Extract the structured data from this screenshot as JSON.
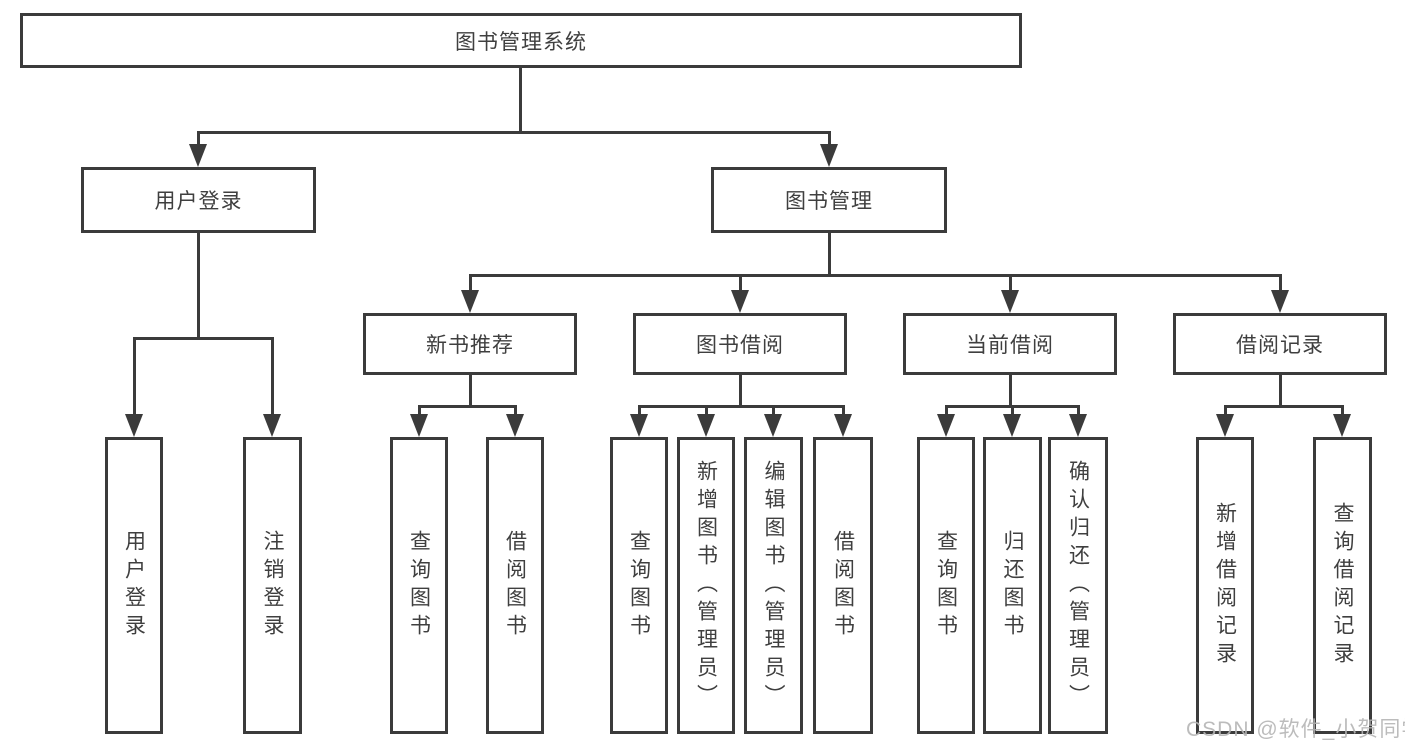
{
  "diagram": {
    "root": "图书管理系统",
    "level2": {
      "user_login": "用户登录",
      "book_management": "图书管理"
    },
    "level3": {
      "new_book_rec": "新书推荐",
      "book_borrowing": "图书借阅",
      "current_borrowing": "当前借阅",
      "borrowing_records": "借阅记录"
    },
    "leaves": {
      "login": "用户登录",
      "logout": "注销登录",
      "rec_query_books": "查询图书",
      "rec_borrow_books": "借阅图书",
      "bb_query_books": "查询图书",
      "bb_add_books": "新增图书（管理员）",
      "bb_edit_books": "编辑图书（管理员）",
      "bb_borrow_books": "借阅图书",
      "cb_query_books": "查询图书",
      "cb_return_books": "归还图书",
      "cb_confirm_return": "确认归还（管理员）",
      "br_add_record": "新增借阅记录",
      "br_query_record": "查询借阅记录"
    }
  },
  "watermark": "CSDN @软件_小贺同学",
  "colors": {
    "line": "#3b3b3b",
    "text": "#3f3f3f",
    "watermark": "#b5b5b5",
    "bg": "#ffffff"
  }
}
